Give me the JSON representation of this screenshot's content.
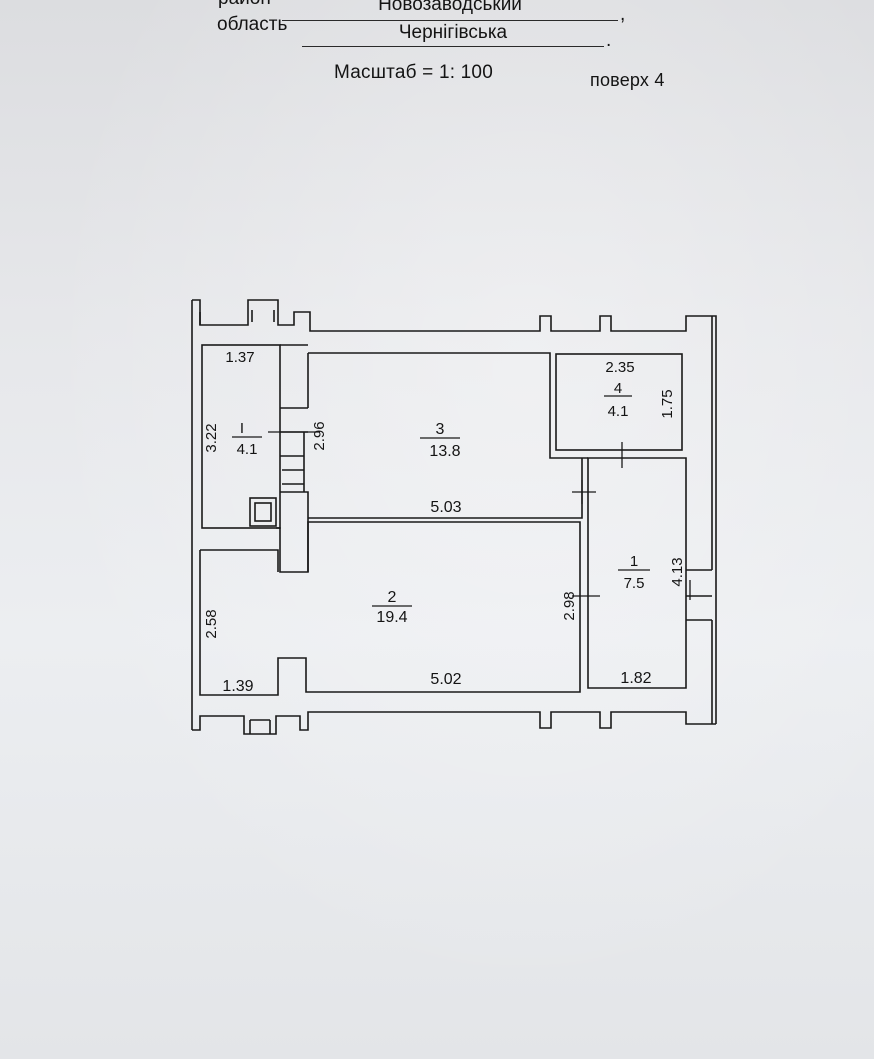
{
  "header": {
    "district_label": "район",
    "district_value": "Новозаводський",
    "district_suffix": ",",
    "region_label": "область",
    "region_value": "Чернігівська",
    "region_suffix": ".",
    "scale_text": "Масштаб = 1: 100",
    "floor_text": "поверх 4"
  },
  "rooms": [
    {
      "number": "I",
      "area": "4.1",
      "dim_h": "1.37",
      "dim_v": "3.22",
      "dim_v2": "2.96"
    },
    {
      "number": "3",
      "area": "13.8",
      "dim_h": "5.03"
    },
    {
      "number": "4",
      "area": "4.1",
      "dim_h": "2.35",
      "dim_v": "1.75"
    },
    {
      "number": "2",
      "area": "19.4",
      "dim_h": "5.02",
      "dim_h2": "1.39",
      "dim_v": "2.58",
      "dim_v2": "2.98"
    },
    {
      "number": "1",
      "area": "7.5",
      "dim_h": "1.82",
      "dim_v": "4.13"
    }
  ]
}
